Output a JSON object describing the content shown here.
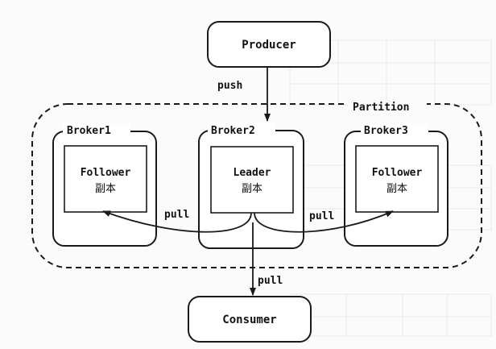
{
  "producer": {
    "label": "Producer"
  },
  "consumer": {
    "label": "Consumer"
  },
  "partition": {
    "label": "Partition"
  },
  "arrows": {
    "push": "push",
    "pull_left": "pull",
    "pull_right": "pull",
    "pull_down": "pull"
  },
  "brokers": [
    {
      "name": "Broker1",
      "role": "Follower",
      "replica": "副本"
    },
    {
      "name": "Broker2",
      "role": "Leader",
      "replica": "副本"
    },
    {
      "name": "Broker3",
      "role": "Follower",
      "replica": "副本"
    }
  ],
  "colors": {
    "stroke": "#1a1a1a",
    "text": "#111111",
    "background": "#fbfbfb",
    "faint_background_text": "#d4d4d4"
  }
}
